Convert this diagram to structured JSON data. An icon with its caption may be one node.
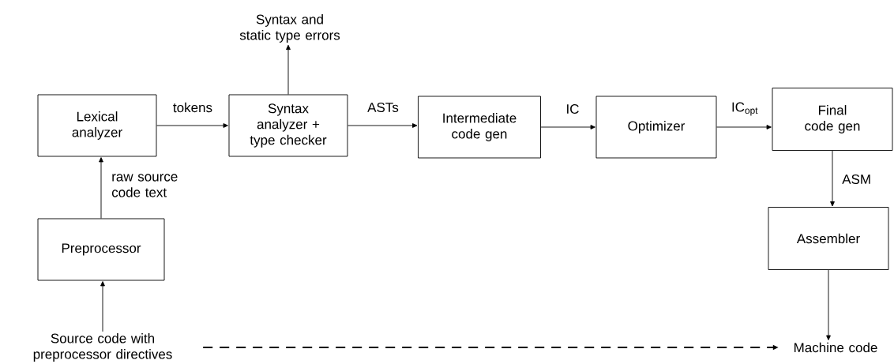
{
  "diagram": {
    "nodes": [
      {
        "text": [
          "Lexical analyzer"
        ]
      },
      {
        "text": [
          "Syntax analyzer + type checker"
        ]
      },
      {
        "text": [
          "Intermediate code gen"
        ]
      },
      {
        "text": [
          "Optimizer"
        ]
      },
      {
        "text": [
          "Final code gen"
        ]
      },
      {
        "text": [
          "Preprocessor"
        ]
      },
      {
        "text": [
          "Assembler"
        ]
      },
      {
        "text": [
          "Syntax and static type errors"
        ]
      },
      {
        "text": [
          "Source code with preprocessor directives"
        ]
      },
      {
        "text": [
          "Machine code"
        ]
      }
    ],
    "edges": [
      {
        "from": 0,
        "to": 1,
        "arrow": "to",
        "label": "tokens"
      },
      {
        "from": 1,
        "to": 2,
        "arrow": "to",
        "label": "ASTs"
      },
      {
        "from": 2,
        "to": 3,
        "arrow": "to",
        "label": "IC"
      },
      {
        "from": 3,
        "to": 4,
        "arrow": "to",
        "label": "IC$_{opt}$"
      },
      {
        "from": 4,
        "to": 6,
        "arrow": "to",
        "label": "ASM"
      },
      {
        "from": 5,
        "to": 0,
        "arrow": "to",
        "label": "raw source code text"
      },
      {
        "from": 1,
        "to": 7,
        "arrow": "to"
      },
      {
        "from": 8,
        "to": 5,
        "arrow": "to"
      },
      {
        "from": 6,
        "to": 9,
        "arrow": "to"
      },
      {
        "from": 8,
        "to": 9,
        "arrow": "to",
        "style": "dashed"
      }
    ]
  }
}
